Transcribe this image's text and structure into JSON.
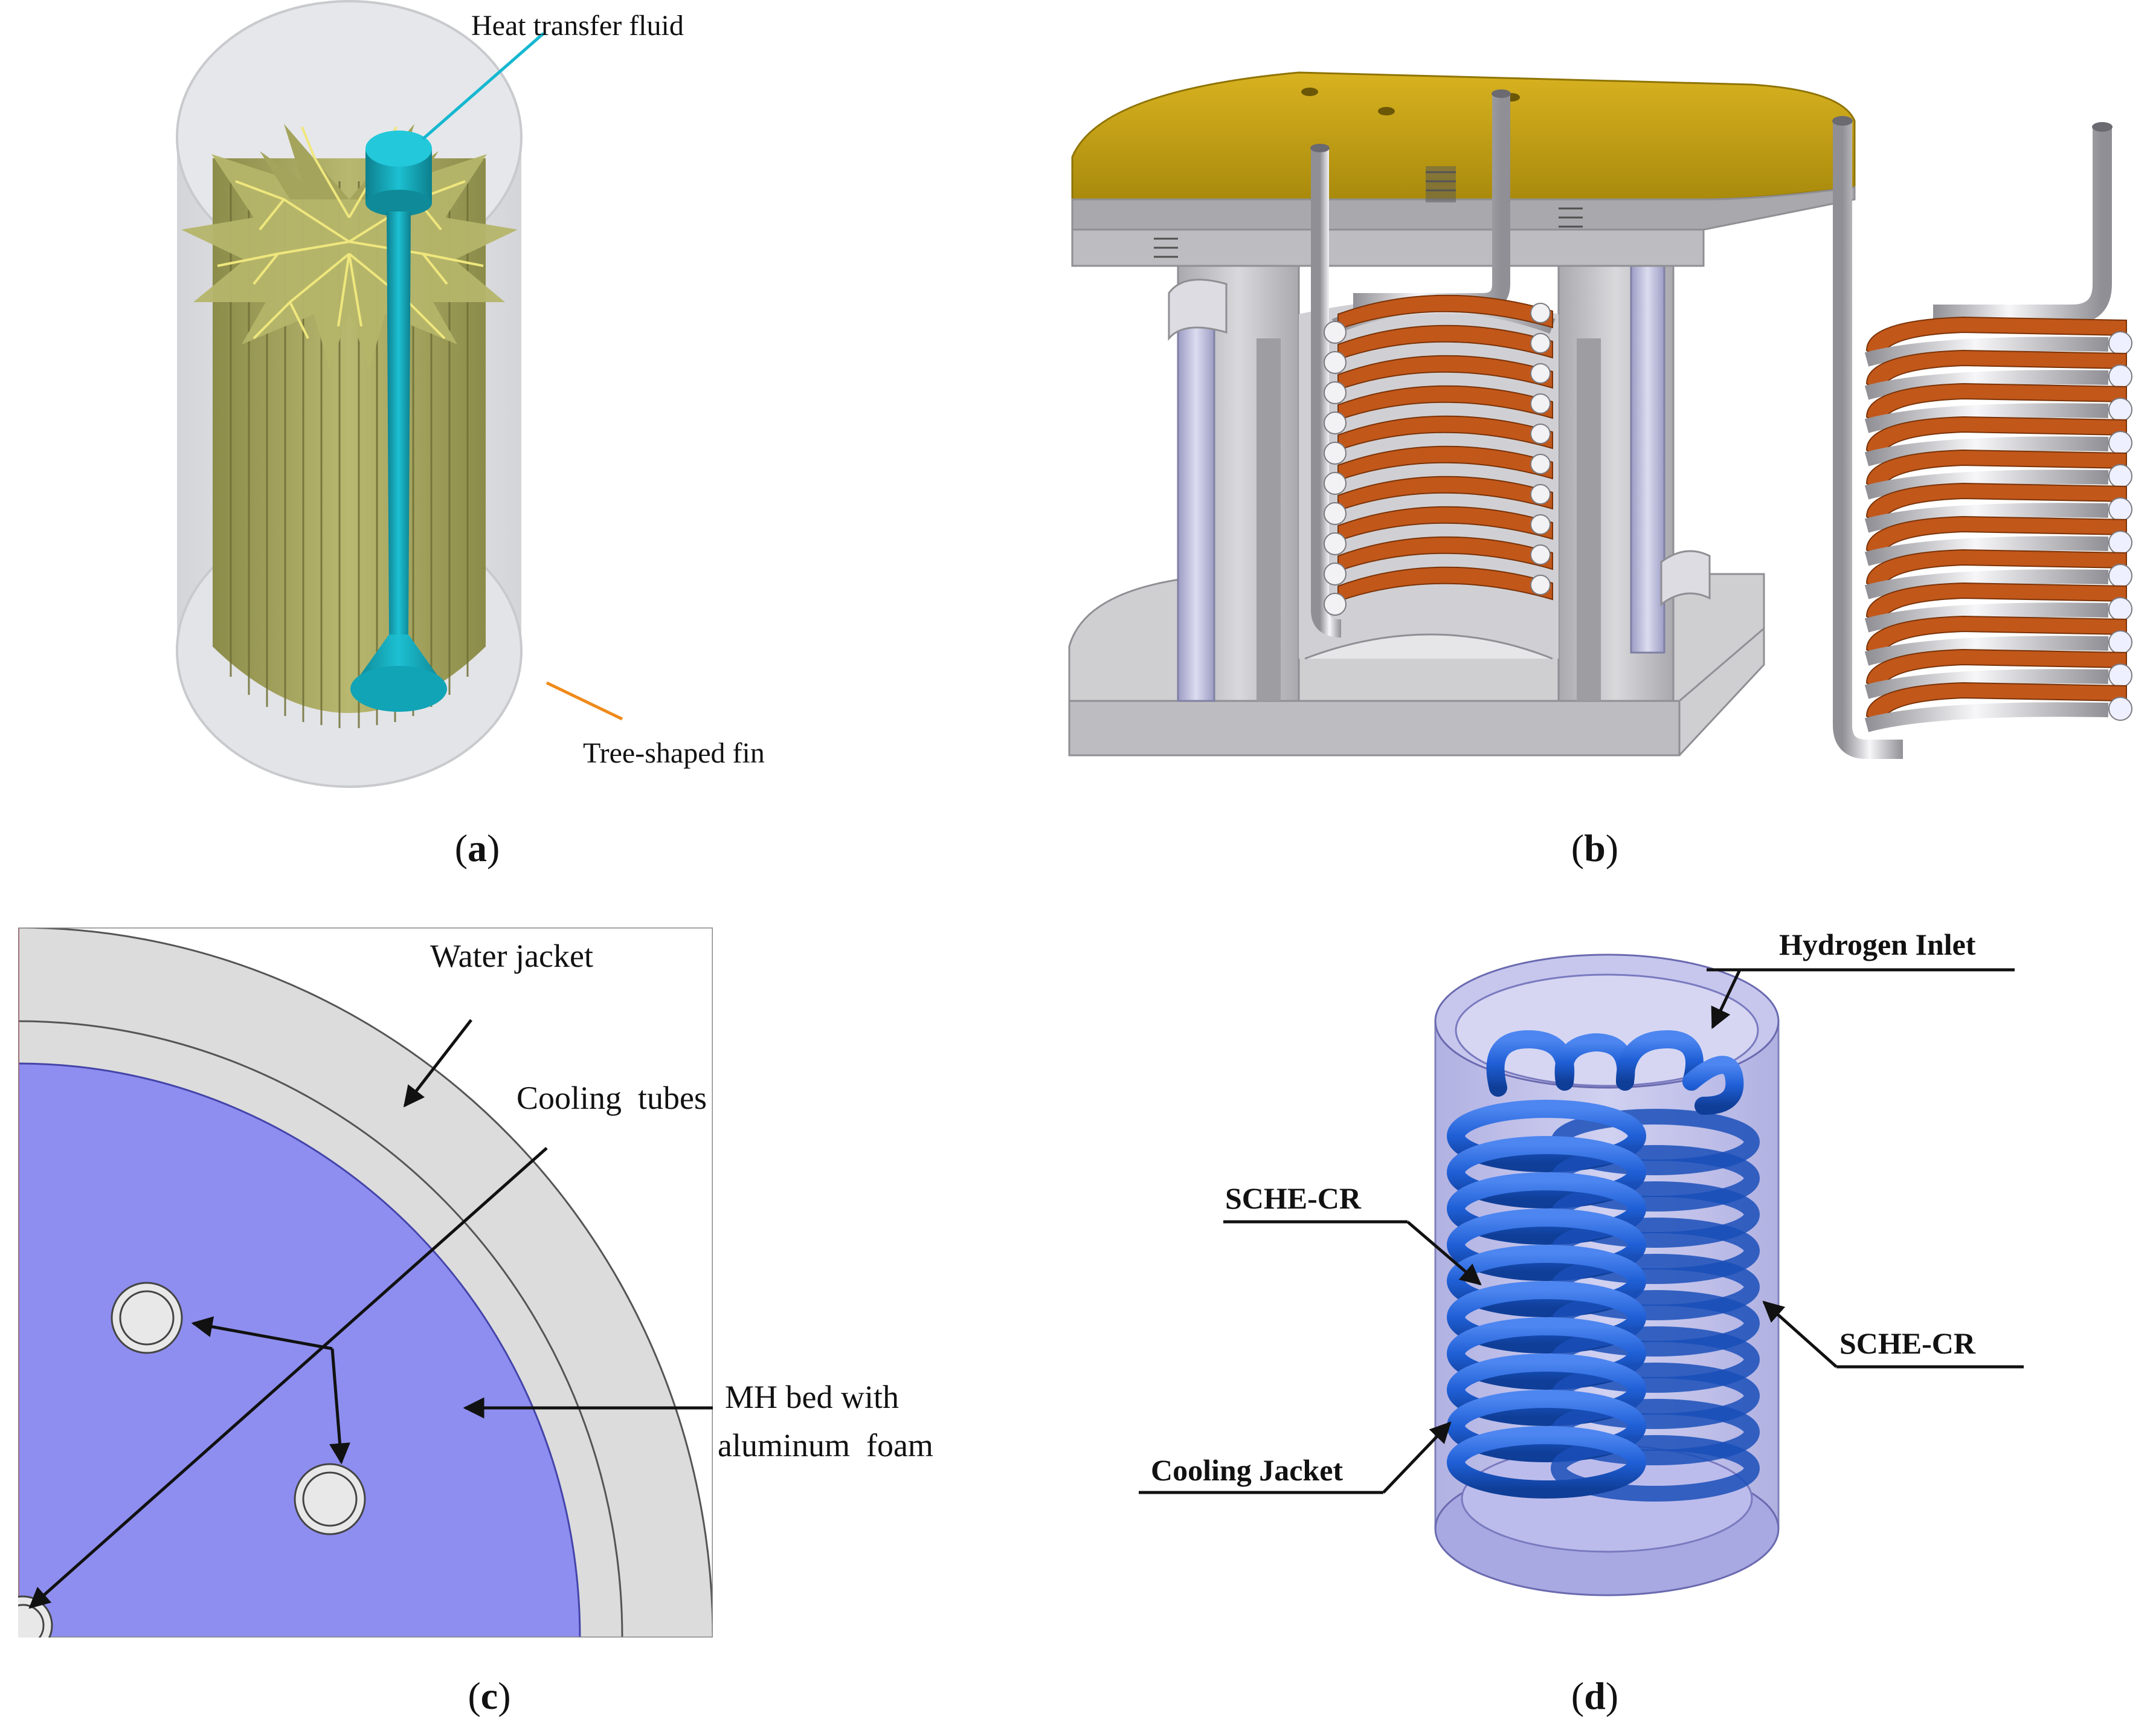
{
  "panels": {
    "a": {
      "caption": "a",
      "labels": {
        "heat_transfer_fluid": "Heat transfer fluid",
        "tree_shaped_fin": "Tree-shaped fin"
      },
      "colors": {
        "shell": "#dcdde0",
        "fin": "#9a9a55",
        "fin_light": "#c9c98a",
        "branch": "#e8e07a",
        "fluid": "#13a0b0",
        "leader_top": "#15b8d0",
        "leader_bottom": "#f08a1a"
      }
    },
    "b": {
      "caption": "b",
      "colors": {
        "lid": "#c9a411",
        "lid_dark": "#8f7405",
        "body": "#c9c9cc",
        "body_dark": "#8f8f94",
        "fin": "#c2571a",
        "tube": "#e6e6ea",
        "insert": "#b7b7d3"
      }
    },
    "c": {
      "caption": "c",
      "labels": {
        "water_jacket": "Water jacket",
        "cooling_tubes": "Cooling  tubes",
        "mh_bed_line1": "MH bed with",
        "mh_bed_line2": "aluminum  foam"
      },
      "colors": {
        "jacket": "#dcdcdc",
        "bed": "#8e8ef0",
        "tube": "#e8e8e8"
      }
    },
    "d": {
      "caption": "d",
      "labels": {
        "hydrogen_inlet": "Hydrogen Inlet",
        "sche_cr_left": "SCHE-CR",
        "sche_cr_right": "SCHE-CR",
        "cooling_jacket": "Cooling Jacket"
      },
      "colors": {
        "jacket": "#b9b9e8",
        "coil": "#1f5fd6",
        "coil_dark": "#1040a0"
      }
    }
  }
}
